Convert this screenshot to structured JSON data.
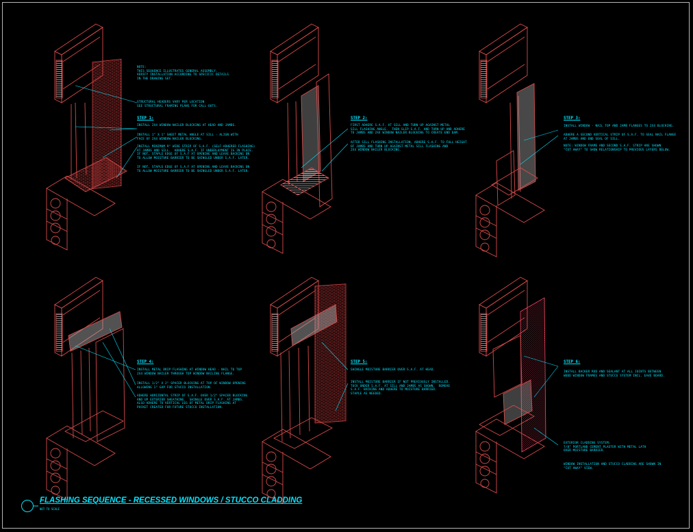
{
  "colors": {
    "background": "#000000",
    "linework": "#d94b4b",
    "brick": "#c03a3a",
    "cladding": "#e0435e",
    "membrane": "#b5b5b5",
    "annotation": "#00e5ff",
    "border": "#b7b7b7"
  },
  "sheet": {
    "title": "FLASHING SEQUENCE - RECESSED WINDOWS / STUCCO CLADDING",
    "subtitle": "NOT TO SCALE"
  },
  "details": [
    {
      "notes": [
        "NOTE:\nTHIS SEQUENCE ILLUSTRATES GENERAL ASSEMBLY.\nVERIFY INSTALLATION ACCORDING TO SPECIFIC DETAILS\nIN THE DRAWING SET.",
        "STRUCTURAL HEADERS VARY PER LOCATION\nSEE STRUCTURAL FRAMING PLANS FOR CALL-OUTS."
      ],
      "step": "STEP 1:",
      "steps": [
        "INSTALL 2x4 WINDOW NAILER BLOCKING AT HEAD AND JAMBS.",
        "INSTALL 1\" x 1\" SHEET METAL ANGLE AT SILL - ALIGN WITH\nFACE OF 2x4 WINDOW NAILER BLOCKING.",
        "INSTALL MINIMUM 9\" WIDE STRIP OF S.A.F. (SELF-ADHERED FLASHING)\nAT JAMBS AND SILL.  ADHERE S.A.F. IF UNDERLAYMENT IS IN PLACE.\nIF NOT, STAPLE EDGE OF S.A.F AT OPENING AND LEAVE BACKING ON\nTO ALLOW MOISTURE BARRIER TO BE SHINGLED UNDER S.A.F. LATER.",
        "IF NOT, STAPLE EDGE OF S.A.F AT OPENING AND LEAVE BACKING ON\nTO ALLOW MOISTURE BARRIER TO BE SHINGLED UNDER S.A.F. LATER."
      ]
    },
    {
      "step": "STEP 2:",
      "steps": [
        "FIRST ADHERE S.A.F. AT SILL AND TURN UP AGAINST METAL\nSILL FLASHING ANGLE.  THEN SLIP S.A.F. AND TURN UP AND ADHERE\nTO JAMBS AND 2x4 WINDOW NAILER BLOCKING TO CREATE END DAM.",
        "AFTER SILL FLASHING INSTALLATION, ADHERE S.A.F. TO FULL HEIGHT\nOF JAMBS AND TURN UP AGAINST METAL SILL FLASHING AND\n2x4 WINDOW NAILER BLOCKING."
      ]
    },
    {
      "step": "STEP 3:",
      "steps": [
        "INSTALL WINDOW - NAIL TOP AND JAMB FLANGES TO 2x4 BLOCKING.",
        "ADHERE A SECOND VERTICAL STRIP OF S.A.F. TO SEAL NAIL FLANGE\nAT JAMBS AND END SEAL OF SILL.",
        "NOTE: WINDOW FRAME AND SECOND S.A.F. STRIP ARE SHOWN\n\"CUT AWAY\" TO SHOW RELATIONSHIP TO PREVIOUS LAYERS BELOW."
      ]
    },
    {
      "step": "STEP 4:",
      "steps": [
        "INSTALL METAL DRIP FLASHING AT WINDOW HEAD - NAIL TO TOP\n2x4 WINDOW NAILER THROUGH TOP WINDOW NAILING FLANGE.",
        "INSTALL 1/2\" x 2\" SPACER BLOCKING AT TOP OF WINDOW OPENING\nALLOWING 1\" GAP FOR STUCCO INSTALLATION.",
        "ADHERE HORIZONTAL STRIP OF S.A.F. OVER 1/2\" SPACER BLOCKING\nAND UP EXTERIOR SHEATHING.  SHINGLE OVER S.A.F. AT JAMBS.\nALSO ADHERE TO VERTICAL LEG OF METAL DRIP FLASHING AT\nPOCKET CREATED FOR FUTURE STUCCO INSTALLATION."
      ]
    },
    {
      "step": "STEP 5:",
      "steps": [
        "SHINGLE MOISTURE BARRIER OVER S.A.F. AT HEAD.",
        "INSTALL MOISTURE BARRIER IF NOT PREVIOUSLY INSTALLED.\nTUCK UNDER S.A.F. AT SILL AND JAMBS AS SHOWN.  REMOVE\nS.A.F. BACKING AND ADHERE TO MOISTURE BARRIER.\nSTAPLE AS NEEDED."
      ]
    },
    {
      "step": "STEP 6:",
      "steps": [
        "INSTALL BACKER ROD AND SEALANT AT ALL JOINTS BETWEEN\nWOOD WINDOW FRAMES AND STUCCO SYSTEM INCL. EAVE BOARD.",
        "EXTERIOR CLADDING SYSTEM:\n7/8\" PORTLAND CEMENT PLASTER WITH METAL LATH\nOVER MOISTURE BARRIER.",
        "WINDOW INSTALLATION AND STUCCO CLADDING ARE SHOWN IN\n\"CUT AWAY\" VIEW."
      ]
    }
  ]
}
